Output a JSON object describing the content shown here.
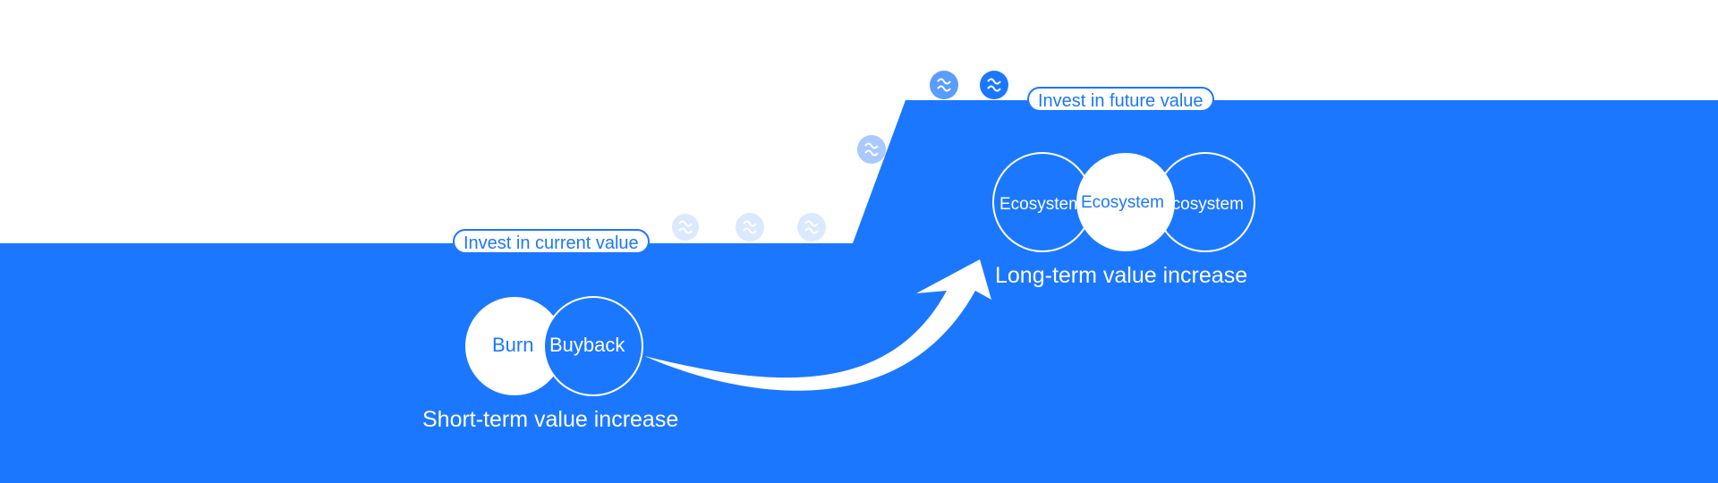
{
  "labels": {
    "invest_current": "Invest in current value",
    "invest_future": "Invest in future value",
    "short_term": "Short-term value increase",
    "long_term": "Long-term value increase"
  },
  "left_group": {
    "burn": "Burn",
    "buyback": "Buyback"
  },
  "right_group": {
    "left": "Ecosystem",
    "center": "Ecosystem",
    "right": "Ecosystem"
  },
  "colors": {
    "brand_blue": "#1c77ff",
    "white": "#ffffff",
    "coin_faint": "#dbe9ff",
    "coin_light": "#a9c9ff",
    "coin_mid": "#5a9dff"
  },
  "coin_icon": "token-coin-icon"
}
